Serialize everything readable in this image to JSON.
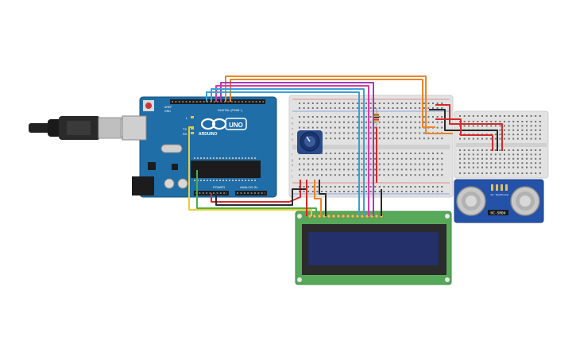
{
  "arduino": {
    "brand_label": "ARDUINO",
    "model_label": "UNO",
    "digital_label": "DIGITAL (PWM~)",
    "power_label": "POWER",
    "analog_label": "ANALOG IN",
    "tx_label": "TX",
    "rx_label": "RX",
    "l_label": "L",
    "aref_label": "AREF",
    "gnd_label": "GND"
  },
  "breadboard": {
    "row_letters": [
      "a",
      "b",
      "c",
      "d",
      "e",
      "f",
      "g",
      "h",
      "i",
      "j"
    ]
  },
  "ultrasonic": {
    "model_label": "HC-SR04",
    "pin_labels": [
      "Vcc",
      "Trig",
      "Echo",
      "Gnd"
    ]
  },
  "wires": {
    "colors": {
      "orange": "#e8862a",
      "red": "#d42a2a",
      "black": "#2a2a2a",
      "blue": "#3aa0d8",
      "purple": "#a23ab8",
      "magenta": "#d83aa8",
      "yellow": "#e8d030",
      "green": "#4cae4c"
    }
  }
}
